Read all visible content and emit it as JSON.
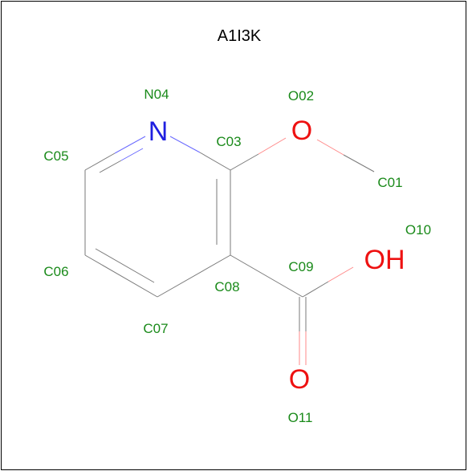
{
  "title": "A1I3K",
  "colors": {
    "label": "#1a8a1a",
    "nitrogen": "#1f1fe0",
    "oxygen": "#ee1111",
    "bond": "#7a7a7a",
    "border": "#000000"
  },
  "atoms": {
    "C01": "C01",
    "O02": "O02",
    "C03": "C03",
    "N04": "N04",
    "C05": "C05",
    "C06": "C06",
    "C07": "C07",
    "C08": "C08",
    "C09": "C09",
    "O10": "O10",
    "O11": "O11"
  },
  "elements": {
    "N04": "N",
    "O02": "O",
    "O10": "OH",
    "O11": "O"
  }
}
